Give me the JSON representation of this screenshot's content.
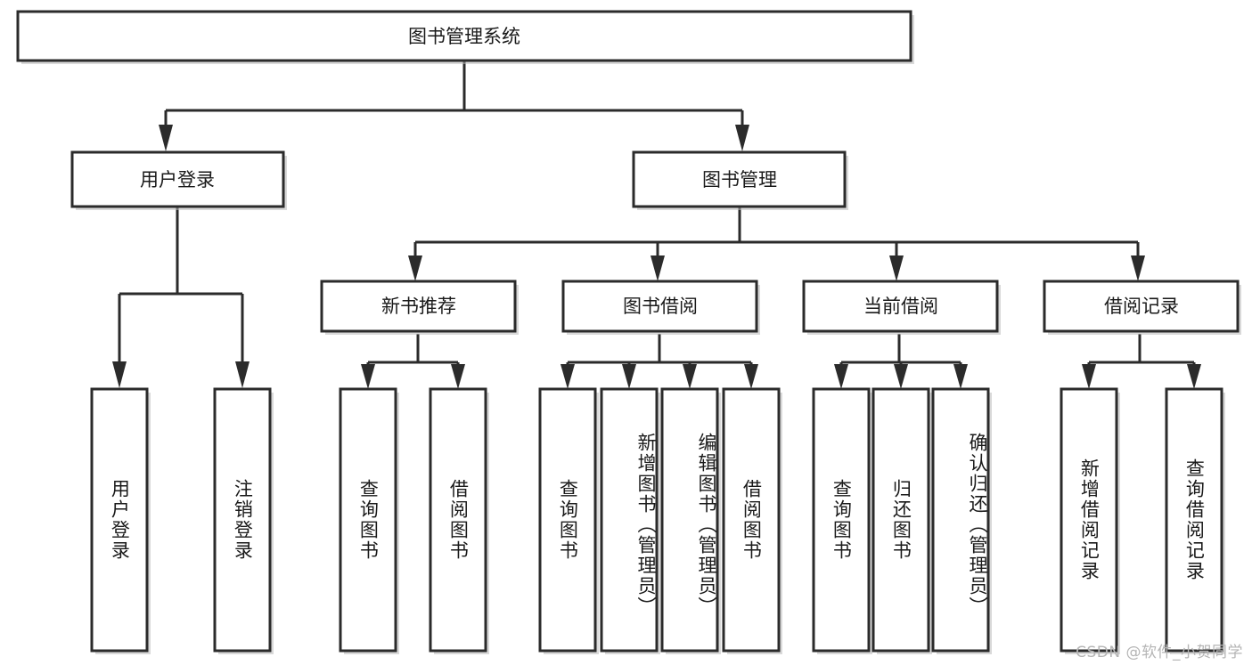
{
  "diagram": {
    "type": "tree",
    "title": "图书管理系统",
    "orientation": "top-down",
    "background_color": "#ffffff",
    "box_stroke_color": "#2b2b2b",
    "text_color": "#1a1a1a",
    "root": {
      "id": "root",
      "label": "图书管理系统",
      "level": 0,
      "text_direction": "horizontal"
    },
    "level1": [
      {
        "id": "user-login",
        "label": "用户登录",
        "text_direction": "horizontal"
      },
      {
        "id": "book-manage",
        "label": "图书管理",
        "text_direction": "horizontal"
      }
    ],
    "level2": [
      {
        "id": "new-book-rec",
        "label": "新书推荐",
        "parent": "book-manage",
        "text_direction": "horizontal"
      },
      {
        "id": "book-borrow",
        "label": "图书借阅",
        "parent": "book-manage",
        "text_direction": "horizontal"
      },
      {
        "id": "current-borrow",
        "label": "当前借阅",
        "parent": "book-manage",
        "text_direction": "horizontal"
      },
      {
        "id": "borrow-record",
        "label": "借阅记录",
        "parent": "book-manage",
        "text_direction": "horizontal"
      }
    ],
    "leaves": [
      {
        "id": "leaf-user-login",
        "label": "用户登录",
        "parent": "user-login",
        "text_direction": "vertical"
      },
      {
        "id": "leaf-logout",
        "label": "注销登录",
        "parent": "user-login",
        "text_direction": "vertical"
      },
      {
        "id": "leaf-query-book-1",
        "label": "查询图书",
        "parent": "new-book-rec",
        "text_direction": "vertical"
      },
      {
        "id": "leaf-borrow-book-1",
        "label": "借阅图书",
        "parent": "new-book-rec",
        "text_direction": "vertical"
      },
      {
        "id": "leaf-query-book-2",
        "label": "查询图书",
        "parent": "book-borrow",
        "text_direction": "vertical"
      },
      {
        "id": "leaf-add-book",
        "label": "新增图书（管理员）",
        "parent": "book-borrow",
        "text_direction": "vertical"
      },
      {
        "id": "leaf-edit-book",
        "label": "编辑图书（管理员）",
        "parent": "book-borrow",
        "text_direction": "vertical"
      },
      {
        "id": "leaf-borrow-book-2",
        "label": "借阅图书",
        "parent": "book-borrow",
        "text_direction": "vertical"
      },
      {
        "id": "leaf-query-book-3",
        "label": "查询图书",
        "parent": "current-borrow",
        "text_direction": "vertical"
      },
      {
        "id": "leaf-return-book",
        "label": "归还图书",
        "parent": "current-borrow",
        "text_direction": "vertical"
      },
      {
        "id": "leaf-confirm-return",
        "label": "确认归还（管理员）",
        "parent": "current-borrow",
        "text_direction": "vertical"
      },
      {
        "id": "leaf-add-record",
        "label": "新增借阅记录",
        "parent": "borrow-record",
        "text_direction": "vertical"
      },
      {
        "id": "leaf-query-record",
        "label": "查询借阅记录",
        "parent": "borrow-record",
        "text_direction": "vertical"
      }
    ]
  },
  "watermark": {
    "text": "CSDN @软件_小贺同学"
  }
}
